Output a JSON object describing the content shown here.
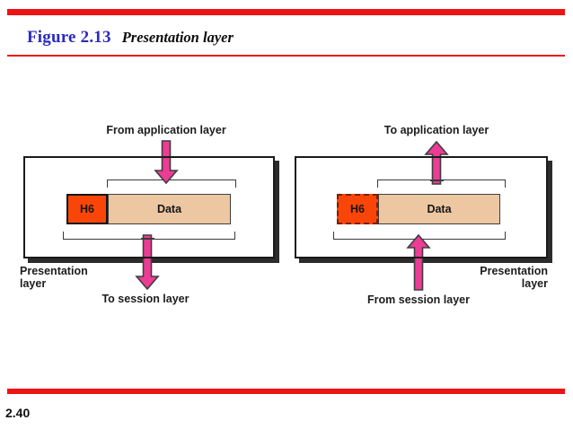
{
  "header": {
    "figure_label": "Figure 2.13",
    "figure_title": "Presentation layer"
  },
  "footer": {
    "page_number": "2.40"
  },
  "colors": {
    "accent_red": "#EC1414",
    "title_blue": "#2B2BC0",
    "arrow_pink": "#ED3C95",
    "h6_fill": "#F94608",
    "h6_dash_border": "#7A1F00",
    "data_fill": "#EDC7A2"
  },
  "left_diagram": {
    "top_label": "From application layer",
    "header_box": "H6",
    "data_box": "Data",
    "side_label_line1": "Presentation",
    "side_label_line2": "layer",
    "bottom_label": "To session layer"
  },
  "right_diagram": {
    "top_label": "To application layer",
    "header_box": "H6",
    "data_box": "Data",
    "side_label_line1": "Presentation",
    "side_label_line2": "layer",
    "bottom_label": "From session layer"
  }
}
